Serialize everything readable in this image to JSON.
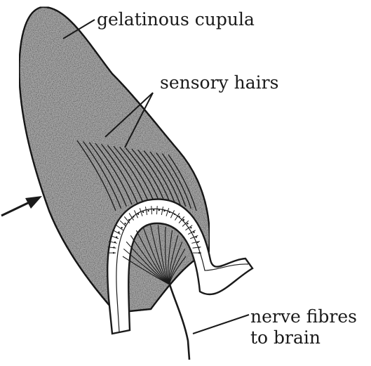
{
  "figure": {
    "labels": {
      "cupula": "gelatinous cupula",
      "hairs": "sensory hairs",
      "nerve_line1": "nerve fibres",
      "nerve_line2": "to brain"
    },
    "colors": {
      "ink": "#1a1a1a",
      "cupula_fill": "#a9a9a9",
      "background": "#ffffff",
      "epithelium_fill": "#ffffff"
    }
  }
}
